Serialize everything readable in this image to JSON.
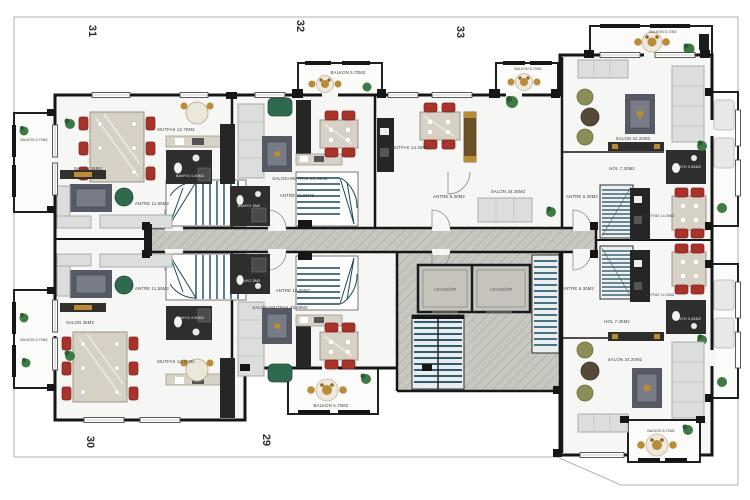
{
  "plan_type": "apartment-floor-plan",
  "unit_numbers": {
    "u31": "31",
    "u32": "32",
    "u33": "33",
    "u30": "30",
    "u29": "29"
  },
  "rooms": {
    "asansor": "ASANSÖR",
    "balkon_370": "BALKON 3.70M2",
    "balkon_570": "BALKON 5.70M2",
    "salon_36": "SALON 36M2",
    "mutfak_1270": "MUTFAK 12.70M2",
    "antre_1155": "ANTRE 11.55M2",
    "banyo_450": "BANYO 4.50M2",
    "banyo_5": "BANYO 5M2",
    "salon_mutfak_2849": "SALON+MUTFAK 28.49M2",
    "antre_1085": "ANTRE 10.85M2",
    "mutfak_1435": "MUTFAK 14.35M2",
    "antre_630": "ANTRE 6.30M2",
    "salon_3435": "SALON 34.35M2",
    "salon_3420": "SALON 34.20M2",
    "hol_730": "HOL 7.30M2",
    "banyo_345": "BANYO 3.45M2"
  },
  "colors": {
    "wall": "#161616",
    "floor": "#f6f7f5",
    "corridor": "#c8c7c0",
    "stair_tread": "#1b4a5c",
    "chair_red": "#a8332b",
    "sofa_gray": "#dcdedd",
    "rug_dark": "#565a64",
    "kitchen_dark": "#2b2b2b",
    "gold": "#b98c3a",
    "plant_green": "#3e7b44"
  }
}
